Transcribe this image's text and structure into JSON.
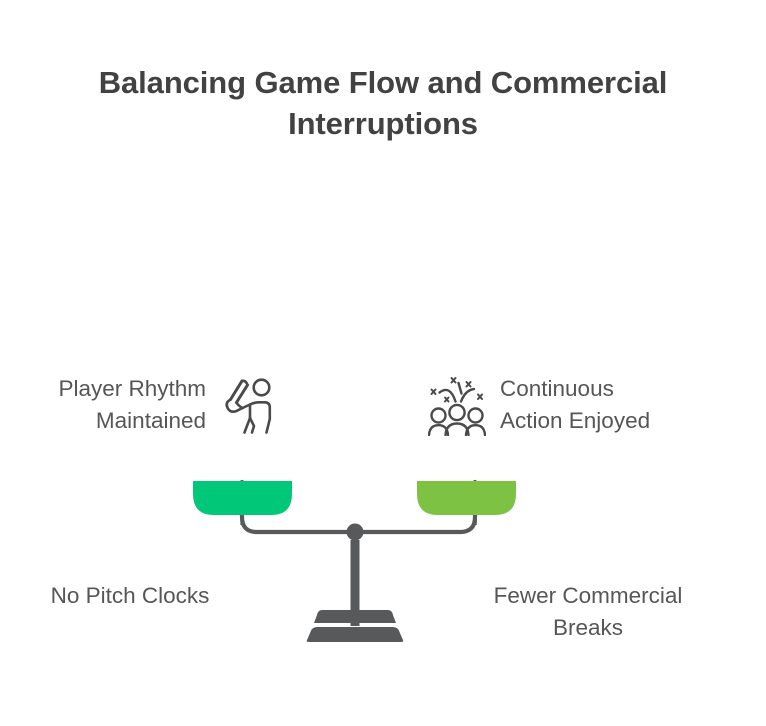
{
  "title": "Balancing Game Flow and Commercial Interruptions",
  "colors": {
    "background": "#ffffff",
    "title_text": "#424242",
    "body_text": "#565656",
    "scale_gray": "#58595b",
    "fulcrum_gray": "#58595b",
    "icon_stroke": "#4a4a4a",
    "left_pan": "#00c878",
    "right_pan": "#7dc242"
  },
  "left_side": {
    "pan_label": "Player Rhythm Maintained",
    "pan_label_line1": "Player Rhythm",
    "pan_label_line2": "Maintained",
    "icon_name": "baseball-batter-icon",
    "base_label": "No Pitch Clocks",
    "pan_color": "#00c878"
  },
  "right_side": {
    "pan_label": "Continuous Action Enjoyed",
    "pan_label_line1": "Continuous",
    "pan_label_line2": "Action Enjoyed",
    "icon_name": "cheering-crowd-icon",
    "base_label_line1": "Fewer Commercial",
    "base_label_line2": "Breaks",
    "base_label": "Fewer Commercial Breaks",
    "pan_color": "#7dc242"
  },
  "scale": {
    "name": "balance-scale",
    "state": "balanced",
    "fulcrum_name": "fulcrum-pivot",
    "beam_name": "balance-beam",
    "stand_name": "scale-stand",
    "base_name": "scale-base"
  }
}
